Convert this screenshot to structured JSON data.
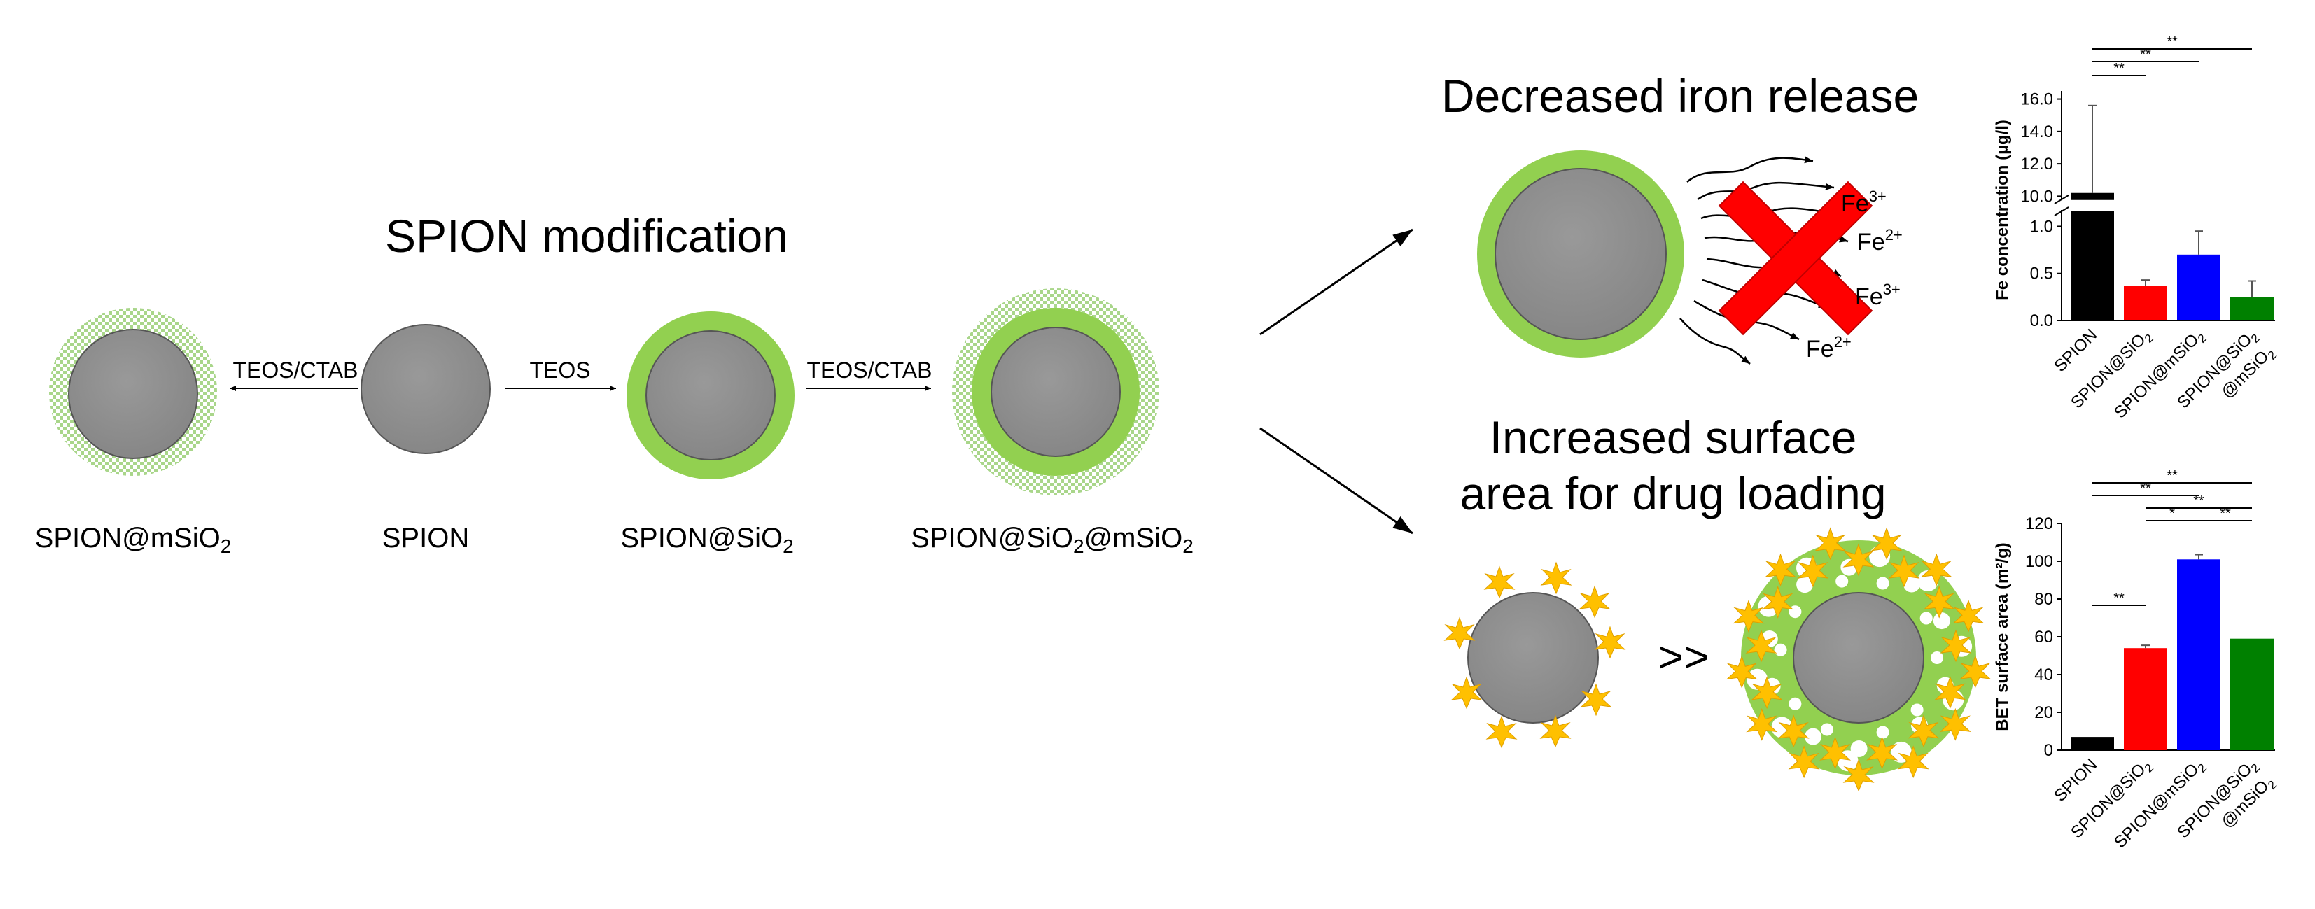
{
  "diagram": {
    "title": "SPION modification",
    "particles": [
      {
        "label": "SPION@mSiO",
        "sub": "2",
        "tail": ""
      },
      {
        "label": "SPION",
        "sub": "",
        "tail": ""
      },
      {
        "label": "SPION@SiO",
        "sub": "2",
        "tail": ""
      },
      {
        "label": "SPION@SiO",
        "sub": "2",
        "tail": "@mSiO",
        "sub2": "2"
      }
    ],
    "reactions": {
      "left": "TEOS/CTAB",
      "middle": "TEOS",
      "right": "TEOS/CTAB"
    },
    "iron_release_heading": "Decreased iron release",
    "ions": [
      {
        "base": "Fe",
        "sup": "3+"
      },
      {
        "base": "Fe",
        "sup": "2+"
      },
      {
        "base": "Fe",
        "sup": "3+"
      },
      {
        "base": "Fe",
        "sup": "2+"
      }
    ],
    "surface_heading_line1": "Increased surface",
    "surface_heading_line2": "area for drug loading",
    "comparison_symbol": ">>",
    "colors": {
      "core": "#8c8c8c",
      "shell": "#92d050",
      "cross": "#ff0000",
      "drug": "#ffc000"
    }
  },
  "chart_data": [
    {
      "type": "bar",
      "ylabel": "Fe concentration (µg/l)",
      "axis_break": true,
      "upper_ticks": [
        "10.0",
        "12.0",
        "14.0",
        "16.0"
      ],
      "lower_ticks": [
        "0.0",
        "0.5",
        "1.0"
      ],
      "categories": [
        {
          "label": "SPION",
          "sub": "",
          "tail": ""
        },
        {
          "label": "SPION@SiO",
          "sub": "2",
          "tail": ""
        },
        {
          "label": "SPION@mSiO",
          "sub": "2",
          "tail": ""
        },
        {
          "label": "SPION@SiO",
          "sub": "2",
          "tail": "@mSiO",
          "sub2": "2"
        }
      ],
      "values": [
        10.2,
        0.37,
        0.7,
        0.25
      ],
      "errors": [
        5.4,
        0.06,
        0.25,
        0.17
      ],
      "colors": [
        "#000000",
        "#ff0000",
        "#0000ff",
        "#008000"
      ],
      "significance": [
        "**",
        "**",
        "**"
      ]
    },
    {
      "type": "bar",
      "ylabel": "BET surface area (m²/g)",
      "ylim": [
        0,
        120
      ],
      "yticks": [
        "0",
        "20",
        "40",
        "60",
        "80",
        "100",
        "120"
      ],
      "categories": [
        {
          "label": "SPION",
          "sub": "",
          "tail": ""
        },
        {
          "label": "SPION@SiO",
          "sub": "2",
          "tail": ""
        },
        {
          "label": "SPION@mSiO",
          "sub": "2",
          "tail": ""
        },
        {
          "label": "SPION@SiO",
          "sub": "2",
          "tail": "@mSiO",
          "sub2": "2"
        }
      ],
      "values": [
        7,
        54,
        101,
        59
      ],
      "errors": [
        0,
        1.5,
        2.5,
        0
      ],
      "colors": [
        "#000000",
        "#ff0000",
        "#0000ff",
        "#008000"
      ],
      "significance": [
        "**",
        "**",
        "**",
        "*",
        "**",
        "**"
      ]
    }
  ]
}
